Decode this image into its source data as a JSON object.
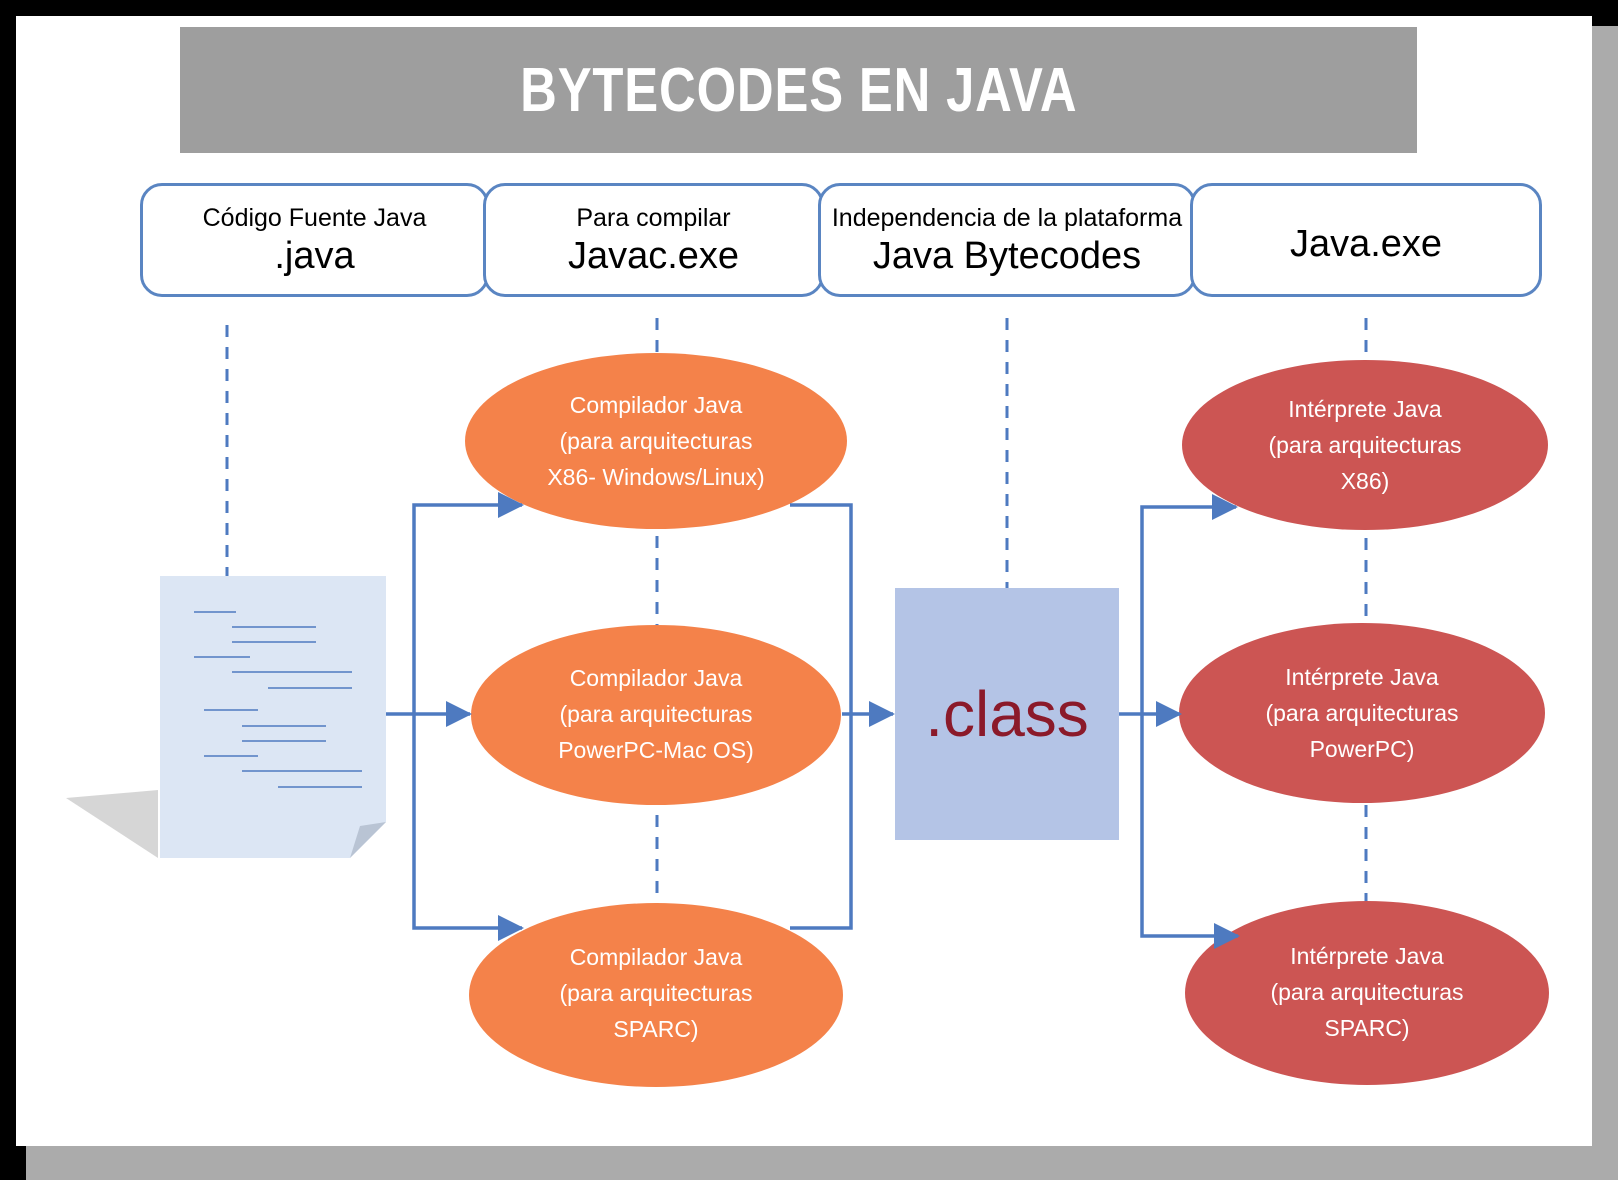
{
  "title": "BYTECODES EN JAVA",
  "headers": [
    {
      "small": "Código Fuente Java",
      "big": ".java"
    },
    {
      "small": "Para compilar",
      "big": "Javac.exe"
    },
    {
      "small": "Independencia de la plataforma",
      "big": "Java Bytecodes"
    },
    {
      "small": "",
      "big": "Java.exe"
    }
  ],
  "compilers": [
    {
      "label": "Compilador Java\n(para arquitecturas\nX86- Windows/Linux)"
    },
    {
      "label": "Compilador Java\n(para arquitecturas\nPowerPC-Mac OS)"
    },
    {
      "label": "Compilador Java\n(para arquitecturas\nSPARC)"
    }
  ],
  "interpreters": [
    {
      "label": "Intérprete Java\n(para arquitecturas\nX86)"
    },
    {
      "label": "Intérprete Java\n(para arquitecturas\nPowerPC)"
    },
    {
      "label": "Intérprete Java\n(para arquitecturas\nSPARC)"
    }
  ],
  "class_box": {
    "label": ".class"
  },
  "icons": {
    "source_document": "document-icon"
  },
  "colors": {
    "title_bg": "#9e9e9e",
    "header_border": "#5a85c2",
    "compiler_fill": "#f4824a",
    "interpreter_fill": "#cc5553",
    "class_fill": "#b4c4e6",
    "class_text": "#8b1a2a",
    "connector": "#4e7ac0",
    "document_fill": "#dce6f4"
  }
}
